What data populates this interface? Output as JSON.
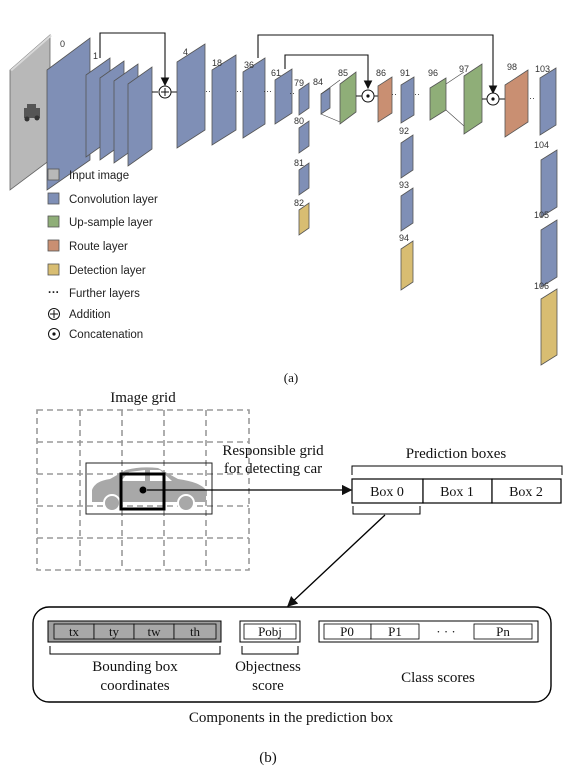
{
  "colors": {
    "input": "#b8b8b8",
    "conv": "#7f8fb6",
    "upsample": "#8fae78",
    "route": "#c98f72",
    "detection": "#d8bd72"
  },
  "network": {
    "layer_labels": {
      "l0": "0",
      "l1": "1",
      "l4": "4",
      "l18": "18",
      "l36": "36",
      "l61": "61",
      "l79": "79",
      "l80": "80",
      "l81": "81",
      "l82": "82",
      "l84": "84",
      "l85": "85",
      "l86": "86",
      "l91": "91",
      "l92": "92",
      "l93": "93",
      "l94": "94",
      "l96": "96",
      "l97": "97",
      "l98": "98",
      "l103": "103",
      "l104": "104",
      "l105": "105",
      "l106": "106"
    },
    "legend": [
      {
        "label": "Input image",
        "icon": "input-swatch-icon"
      },
      {
        "label": "Convolution layer",
        "icon": "conv-swatch-icon"
      },
      {
        "label": "Up-sample layer",
        "icon": "upsample-swatch-icon"
      },
      {
        "label": "Route layer",
        "icon": "route-swatch-icon"
      },
      {
        "label": "Detection layer",
        "icon": "detection-swatch-icon"
      },
      {
        "label": "Further layers",
        "icon": "dots-icon"
      },
      {
        "label": "Addition",
        "icon": "addition-icon"
      },
      {
        "label": "Concatenation",
        "icon": "concatenation-icon"
      }
    ],
    "caption": "(a)"
  },
  "prediction": {
    "image_grid_title": "Image grid",
    "responsible_line1": "Responsible grid",
    "responsible_line2": "for detecting car",
    "boxes_title": "Prediction boxes",
    "boxes": [
      "Box 0",
      "Box 1",
      "Box 2"
    ],
    "coords": [
      "tx",
      "ty",
      "tw",
      "th"
    ],
    "pobj": "Pobj",
    "class_p0": "P0",
    "class_p1": "P1",
    "class_dots": "· · ·",
    "class_pn": "Pn",
    "bbox_line1": "Bounding box",
    "bbox_line2": "coordinates",
    "obj_line1": "Objectness",
    "obj_line2": "score",
    "class_scores": "Class scores",
    "components_caption": "Components in the prediction box",
    "caption": "(b)"
  }
}
